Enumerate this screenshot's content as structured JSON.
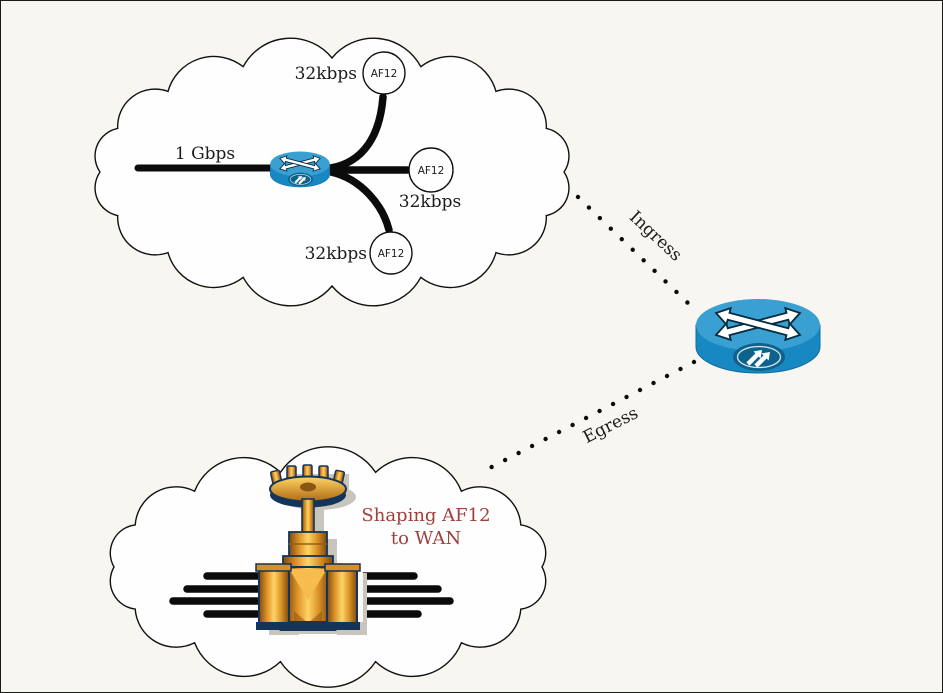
{
  "canvas": {
    "background": "#f7f6f0",
    "border_color": "#1a1a1a"
  },
  "diagram": {
    "lan_cloud": {
      "uplink_label": "1 Gbps",
      "branches": [
        {
          "rate": "32kbps",
          "class_label": "AF12"
        },
        {
          "rate": "32kbps",
          "class_label": "AF12"
        },
        {
          "rate": "32kbps",
          "class_label": "AF12"
        }
      ]
    },
    "links": {
      "ingress_label": "Ingress",
      "egress_label": "Egress"
    },
    "wan_cloud": {
      "caption_line1": "Shaping AF12",
      "caption_line2": "to WAN"
    },
    "icons": {
      "lan_router": "cisco-router-icon",
      "core_router": "cisco-router-icon",
      "wan_valve": "pipe-valve-icon",
      "cloud_shape": "scalloped-cloud"
    },
    "colors": {
      "router_top": "#3aa0d2",
      "router_side": "#1788c2",
      "router_badge": "#0e638c",
      "valve_gold": "#e0992b",
      "valve_outline": "#14345a",
      "caption_text": "#a13f3c",
      "line_black": "#0b0b0b",
      "cloud_fill": "#fefefe",
      "shadow_gray": "#c8c5bd"
    }
  }
}
